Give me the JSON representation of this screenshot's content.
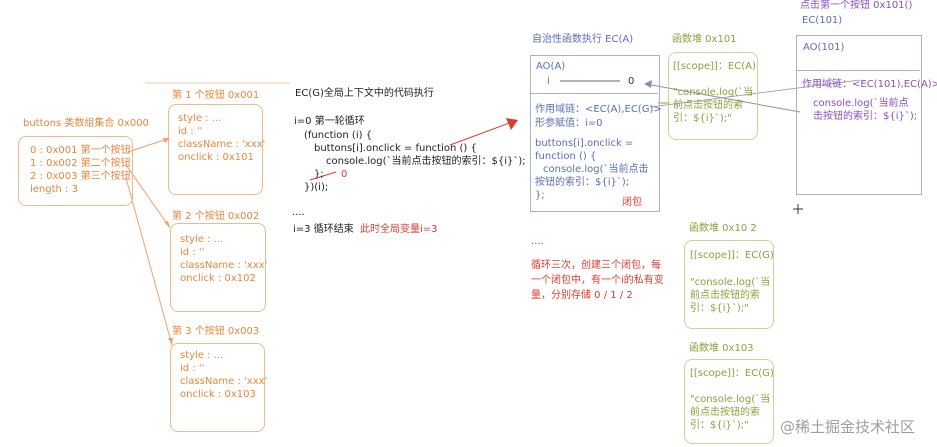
{
  "buttons": {
    "title": "buttons 类数组集合 0x000",
    "items": [
      "0 : 0x001  第一个按钮",
      "1 : 0x002  第二个按钮",
      "2 : 0x003  第三个按钮",
      "length : 3"
    ]
  },
  "btn_objects": [
    {
      "title": "第 1 个按钮 0x001",
      "lines": [
        "style : ...",
        "id : ''",
        "className : 'xxx'",
        "onclick : 0x101"
      ]
    },
    {
      "title": "第 2 个按钮 0x002",
      "lines": [
        "style : ...",
        "id : ''",
        "className : 'xxx'",
        "onclick : 0x102"
      ]
    },
    {
      "title": "第 3 个按钮 0x003",
      "lines": [
        "style : ...",
        "id : ''",
        "className : 'xxx'",
        "onclick : 0x103"
      ]
    }
  ],
  "global": {
    "title": "EC(G)全局上下文中的代码执行",
    "loop_label": "i=0  第一轮循环",
    "code": [
      "(function (i) {",
      "buttons[i].onclick = function () {",
      "console.log(`当前点击按钮的索引：${i}`);",
      "};",
      "})(i);"
    ],
    "arg": "0",
    "ellipsis": "....",
    "end_label": "i=3  循环结束",
    "end_note": "此时全局变量i=3"
  },
  "ec_a": {
    "title": "自治性函数执行 EC(A)",
    "ao": "AO(A)",
    "var_name": "i",
    "var_value": "0",
    "scope_label": "作用域链：<EC(A),EC(G)>",
    "param_label": "形参赋值：i=0",
    "code": [
      "buttons[i].onclick =",
      "function () {",
      "console.log(`当前点击",
      "按钮的索引：${i}`);",
      "};"
    ],
    "closure": "闭包"
  },
  "summary": {
    "ellipsis": "....",
    "text": [
      "循环三次，创建三个闭包，每",
      "一个闭包中，有一个i的私有变",
      "量，分别存储 0 / 1 / 2"
    ]
  },
  "heaps": [
    {
      "title": "函数堆 0x101",
      "scope": "[[scope]]：EC(A)",
      "body": [
        "\"console.log(`当",
        "前点击按钮的索",
        "引：${i}`);\""
      ]
    },
    {
      "title": "函数堆 0x10 2",
      "scope": "[[scope]]：EC(G)",
      "body": [
        "\"console.log(`当",
        "前点击按钮的索",
        "引：${i}`);\""
      ]
    },
    {
      "title": "函数堆 0x103",
      "scope": "[[scope]]：EC(G)",
      "body": [
        "\"console.log(`当",
        "前点击按钮的索",
        "引：${i}`);\""
      ]
    }
  ],
  "ec101": {
    "header1": "点击第一个按钮  0x101()",
    "header2": "EC(101)",
    "ao": "AO(101)",
    "scope": "作用域链：<EC(101),EC(A)>",
    "code": [
      "console.log(`当前点",
      "击按钮的索引：${i}`);"
    ]
  },
  "watermark": "@稀土掘金技术社区"
}
